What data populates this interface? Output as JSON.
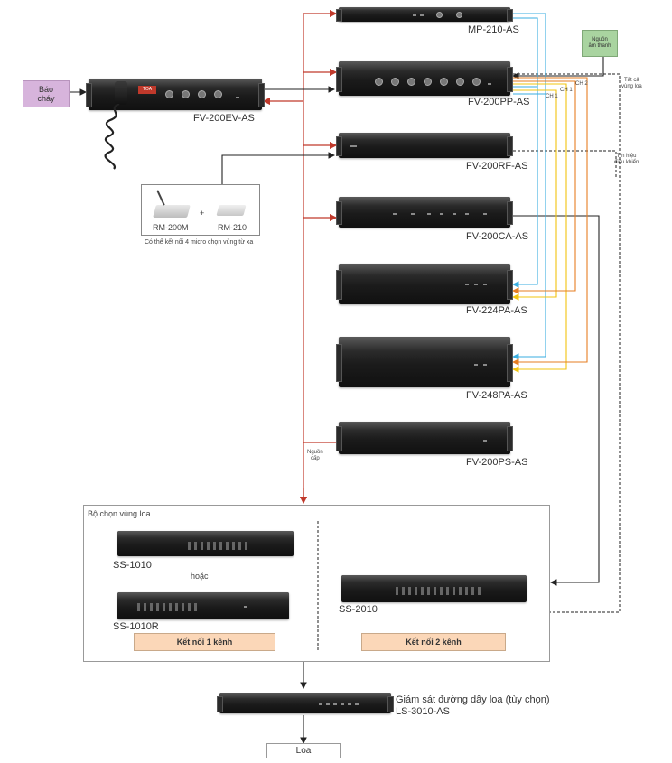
{
  "sources": {
    "fire_alarm": "Báo\ncháy",
    "audio_source": "Nguồn\nâm thanh"
  },
  "devices": {
    "fv200ev": "FV-200EV-AS",
    "fv200ev_brand": "TOA",
    "mp210": "MP-210-AS",
    "fv200pp": "FV-200PP-AS",
    "fv200rf": "FV-200RF-AS",
    "fv200ca": "FV-200CA-AS",
    "fv224pa": "FV-224PA-AS",
    "fv248pa": "FV-248PA-AS",
    "fv200ps": "FV-200PS-AS",
    "ss1010": "SS-1010",
    "ss1010r": "SS-1010R",
    "ss2010": "SS-2010",
    "ls3010_desc": "Giám sát đường dây loa (tùy chọn)",
    "ls3010": "LS-3010-AS",
    "speaker": "Loa"
  },
  "remote": {
    "rm200m": "RM-200M",
    "plus": "+",
    "rm210": "RM-210",
    "caption": "Có thể kết nối 4 micro chọn vùng từ xa"
  },
  "annotations": {
    "all_zones": "Tất cả\nvùng loa",
    "control_signal": "Tín hiệu\nđiều khiển",
    "ch2": "CH 2",
    "ch1a": "CH 1",
    "ch1b": "CH 1",
    "power_supply": "Nguồn\ncấp"
  },
  "selector": {
    "title": "Bộ chọn vùng loa",
    "or": "hoặc",
    "one_channel": "Kết nối 1 kênh",
    "two_channel": "Kết nối 2 kênh"
  },
  "colors": {
    "power_line": "#c0392b",
    "blue_line": "#3aaee0",
    "yellow_line": "#f1c40f",
    "orange_line": "#e67e22",
    "fire_box": "#d7b4dc",
    "audio_box": "#a9d4a0",
    "tag_box": "#fbd7b8"
  }
}
